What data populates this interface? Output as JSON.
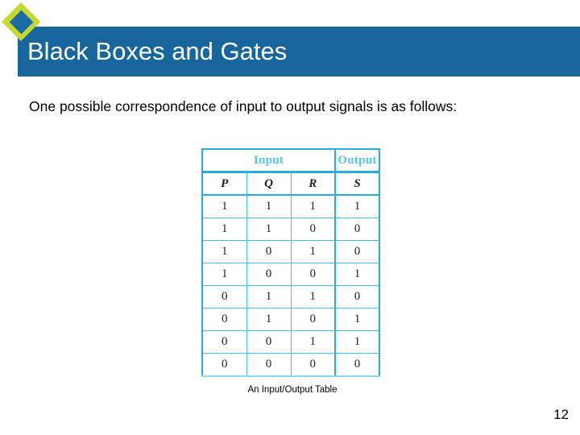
{
  "slide": {
    "title": "Black Boxes and Gates",
    "body_text": "One possible correspondence of input to output signals is as follows:",
    "caption": "An Input/Output Table",
    "page_number": "12"
  },
  "colors": {
    "title_band": "#17679c",
    "title_text": "#ffffff",
    "diamond_outer": "#c4d92e",
    "diamond_inner": "#1b6ba3",
    "table_border": "#29abe2",
    "table_header_text": "#5bc2ea",
    "body_text": "#000000"
  },
  "table": {
    "group_headers": [
      {
        "label": "Input",
        "span": 3
      },
      {
        "label": "Output",
        "span": 1
      }
    ],
    "columns": [
      "P",
      "Q",
      "R",
      "S"
    ],
    "rows": [
      {
        "P": "1",
        "Q": "1",
        "R": "1",
        "S": "1"
      },
      {
        "P": "1",
        "Q": "1",
        "R": "0",
        "S": "0"
      },
      {
        "P": "1",
        "Q": "0",
        "R": "1",
        "S": "0"
      },
      {
        "P": "1",
        "Q": "0",
        "R": "0",
        "S": "1"
      },
      {
        "P": "0",
        "Q": "1",
        "R": "1",
        "S": "0"
      },
      {
        "P": "0",
        "Q": "1",
        "R": "0",
        "S": "1"
      },
      {
        "P": "0",
        "Q": "0",
        "R": "1",
        "S": "1"
      },
      {
        "P": "0",
        "Q": "0",
        "R": "0",
        "S": "0"
      }
    ]
  }
}
